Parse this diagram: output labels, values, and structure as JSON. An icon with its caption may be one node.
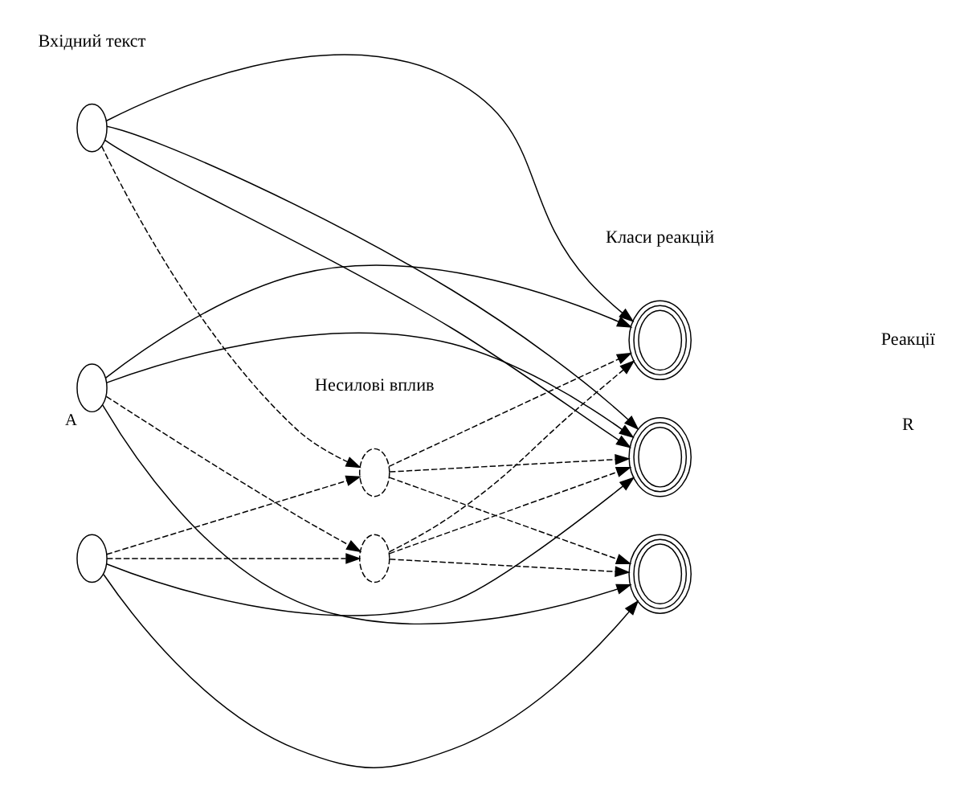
{
  "diagram": {
    "nodes": [
      {
        "text": [],
        "shape": "circle"
      },
      {
        "text": [],
        "shape": "circle",
        "beside": [
          "A"
        ]
      },
      {
        "text": [],
        "shape": "circle"
      },
      {
        "text": [],
        "shape": "circle"
      },
      {
        "text": [],
        "shape": "circle"
      },
      {
        "text": [],
        "shape": "circle"
      },
      {
        "text": [],
        "shape": "circle"
      },
      {
        "text": [],
        "shape": "circle"
      }
    ],
    "edges": [
      {
        "from": 0,
        "to": 5,
        "arrow": "to"
      },
      {
        "from": 0,
        "to": 3,
        "arrow": "to",
        "style": "dashed"
      },
      {
        "from": 0,
        "to": 6,
        "arrow": "to"
      },
      {
        "from": 0,
        "to": 6,
        "arrow": "to"
      },
      {
        "from": 1,
        "to": 5,
        "arrow": "to"
      },
      {
        "from": 1,
        "to": 6,
        "arrow": "to"
      },
      {
        "from": 1,
        "to": 7,
        "arrow": "to"
      },
      {
        "from": 1,
        "to": 4,
        "arrow": "to",
        "style": "dashed"
      },
      {
        "from": 2,
        "to": 3,
        "arrow": "to",
        "style": "dashed"
      },
      {
        "from": 2,
        "to": 4,
        "arrow": "to",
        "style": "dashed"
      },
      {
        "from": 2,
        "to": 6,
        "arrow": "to"
      },
      {
        "from": 2,
        "to": 7,
        "arrow": "to"
      },
      {
        "from": 3,
        "to": 5,
        "arrow": "to",
        "style": "dashed"
      },
      {
        "from": 3,
        "to": 6,
        "arrow": "to",
        "style": "dashed"
      },
      {
        "from": 3,
        "to": 7,
        "arrow": "to",
        "style": "dashed"
      },
      {
        "from": 4,
        "to": 5,
        "arrow": "to",
        "style": "dashed"
      },
      {
        "from": 4,
        "to": 6,
        "arrow": "to",
        "style": "dashed"
      },
      {
        "from": 4,
        "to": 7,
        "arrow": "to",
        "style": "dashed"
      }
    ],
    "labels": [
      "Вхідний текст",
      "Несилові вплив",
      "Класи реакцій",
      "Реакції",
      "R"
    ]
  }
}
